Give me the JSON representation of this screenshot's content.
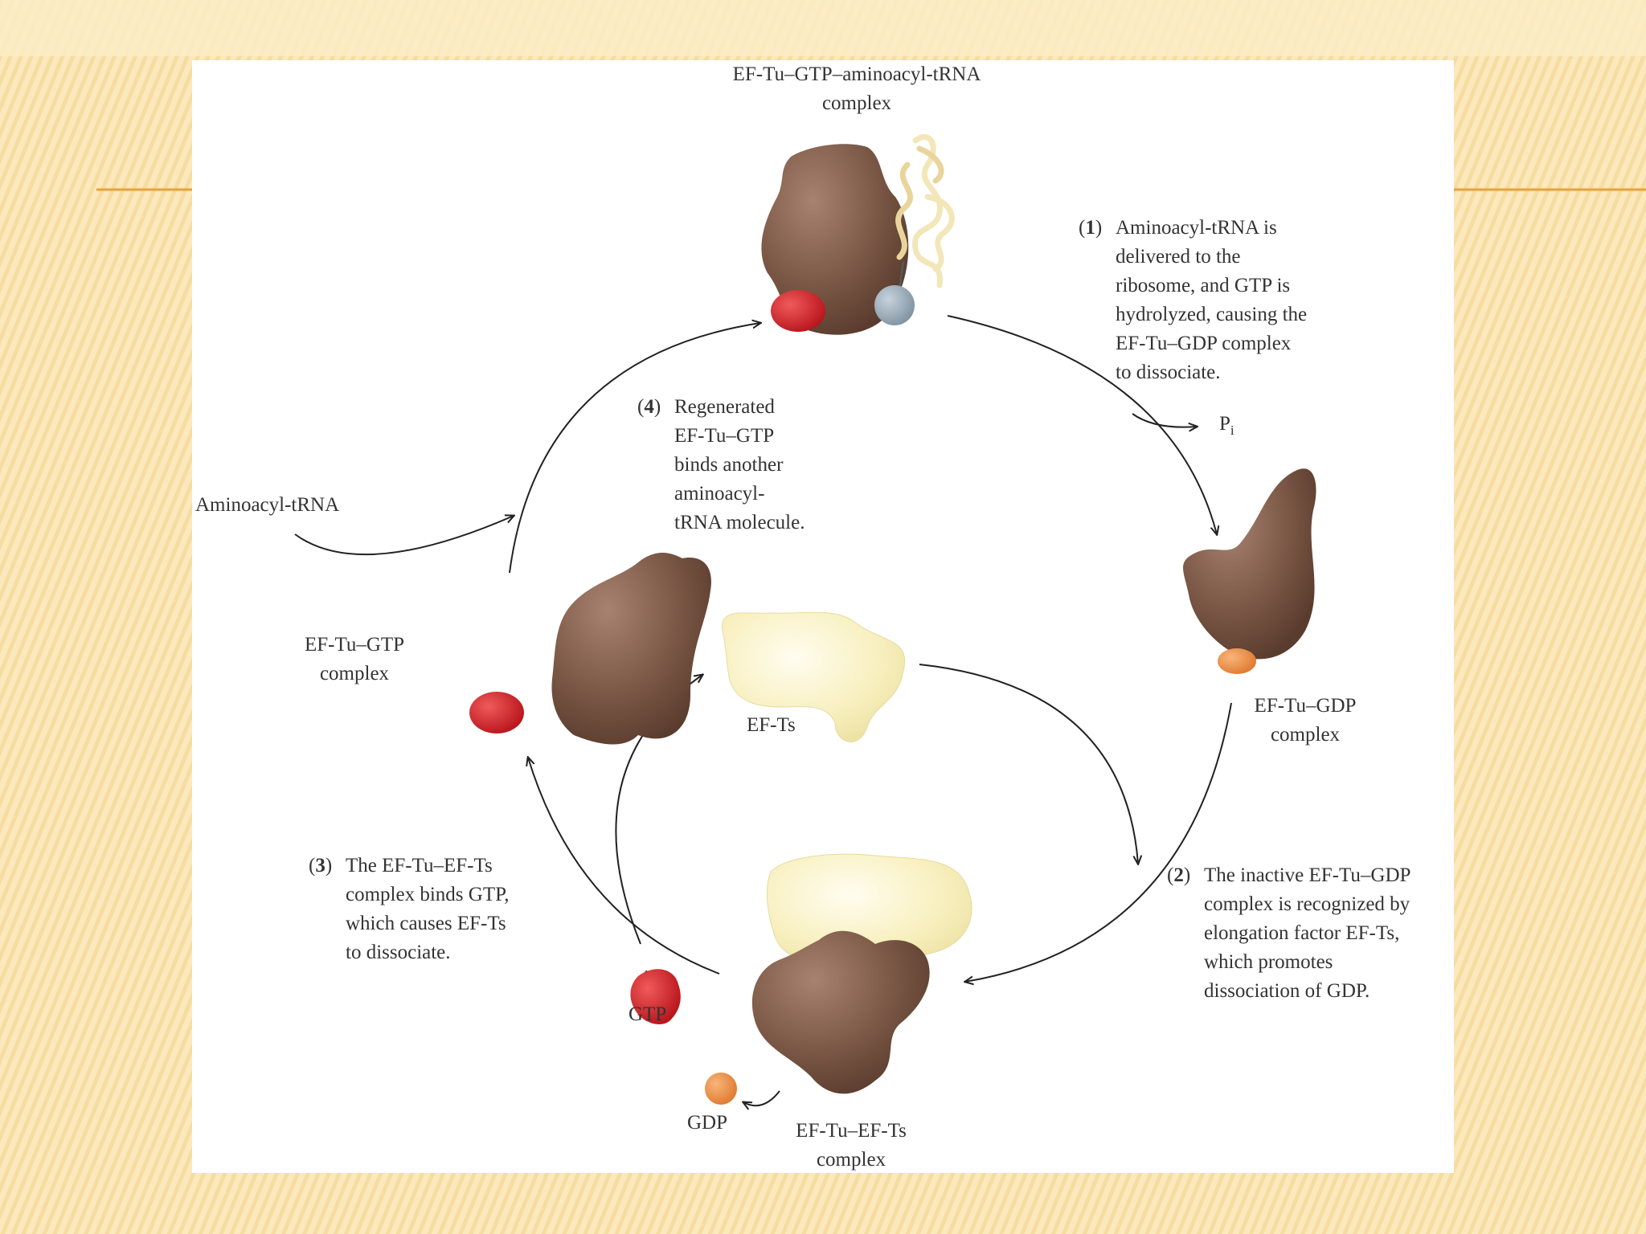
{
  "labels": {
    "top_complex_line1": "EF-Tu–GTP–aminoacyl-tRNA",
    "top_complex_line2": "complex",
    "aminoacyl_trna": "Aminoacyl-tRNA",
    "pi_main": "P",
    "pi_sub": "i",
    "eftu_gtp_line1": "EF-Tu–GTP",
    "eftu_gtp_line2": "complex",
    "ef_ts": "EF-Ts",
    "eftu_gdp_line1": "EF-Tu–GDP",
    "eftu_gdp_line2": "complex",
    "gtp": "GTP",
    "gdp": "GDP",
    "eftu_efts_line1": "EF-Tu–EF-Ts",
    "eftu_efts_line2": "complex"
  },
  "steps": [
    {
      "number": "1",
      "lines": [
        "Aminoacyl-tRNA is",
        "delivered to the",
        "ribosome, and GTP is",
        "hydrolyzed, causing the",
        "EF-Tu–GDP complex",
        "to dissociate."
      ]
    },
    {
      "number": "2",
      "lines": [
        "The inactive EF-Tu–GDP",
        "complex is recognized by",
        "elongation factor EF-Ts,",
        "which promotes",
        "dissociation of GDP."
      ]
    },
    {
      "number": "3",
      "lines": [
        "The EF-Tu–EF-Ts",
        "complex binds GTP,",
        "which causes EF-Ts",
        "to dissociate."
      ]
    },
    {
      "number": "4",
      "lines": [
        "Regenerated",
        "EF-Tu–GTP",
        "binds another",
        "aminoacyl-",
        "tRNA molecule."
      ]
    }
  ],
  "colors": {
    "slide_background": "#fbe9bd",
    "accent_line": "#e8a23c",
    "protein_ef_tu": "#7e5a48",
    "protein_ef_ts": "#f7f1c4",
    "gtp": "#d8262b",
    "gdp": "#ef8e46",
    "trna_amino_acid": "#9fb0bd",
    "trna": "#f1e3b0"
  }
}
